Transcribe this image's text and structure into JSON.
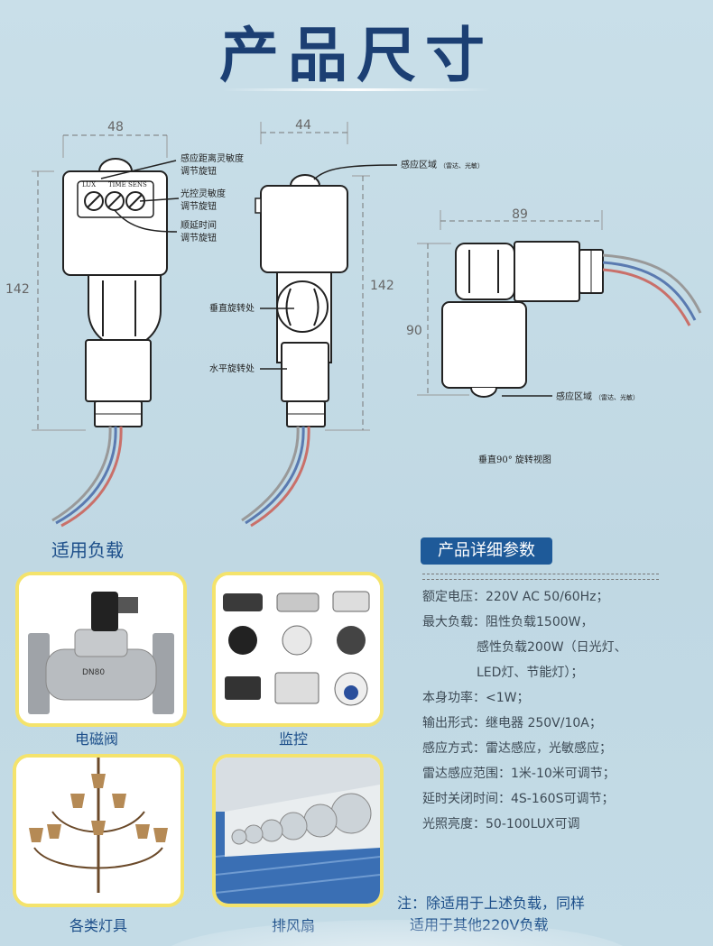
{
  "title": "产品尺寸",
  "dimensions": {
    "front_width": "48",
    "side_width": "44",
    "rotated_width": "89",
    "front_height": "142",
    "side_height": "142",
    "rotated_height": "90"
  },
  "panel_labels": {
    "lux": "LUX",
    "time": "TIME",
    "sens": "SENS"
  },
  "annotations": {
    "distance_knob": [
      "感应距离灵敏度",
      "调节旋钮"
    ],
    "light_knob": [
      "光控灵敏度",
      "调节旋钮"
    ],
    "delay_knob": [
      "顺延时间",
      "调节旋钮"
    ],
    "sensing_area_top": "感应区域",
    "sensing_area_top_sub": "（雷达、光敏）",
    "vertical_rotate": "垂直旋转处",
    "horizontal_rotate": "水平旋转处",
    "sensing_area_bottom": "感应区域",
    "sensing_area_bottom_sub": "（雷达、光敏）",
    "rotated_caption": "垂直90°  旋转视图"
  },
  "loads": {
    "heading": "适用负载",
    "items": [
      {
        "label": "电磁阀"
      },
      {
        "label": "监控"
      },
      {
        "label": "各类灯具"
      },
      {
        "label": "排风扇"
      }
    ]
  },
  "specs": {
    "heading": "产品详细参数",
    "lines": [
      "额定电压：220V AC 50/60Hz；",
      "最大负载：阻性负载1500W，",
      "感性负载200W（日光灯、",
      "LED灯、节能灯）；",
      "本身功率：<1W；",
      "输出形式：继电器 250V/10A；",
      "感应方式：雷达感应，光敏感应；",
      "雷达感应范围：1米-10米可调节；",
      "延时关闭时间：4S-160S可调节；",
      "光照亮度：50-100LUX可调"
    ]
  },
  "note": {
    "line1": "注：除适用于上述负载，同样",
    "line2": "适用于其他220V负载"
  },
  "colors": {
    "background": "#c3dbe6",
    "title": "#1c3f73",
    "accent": "#1e5a99",
    "card_border": "#f4e36c",
    "caption": "#1d4f8a"
  }
}
